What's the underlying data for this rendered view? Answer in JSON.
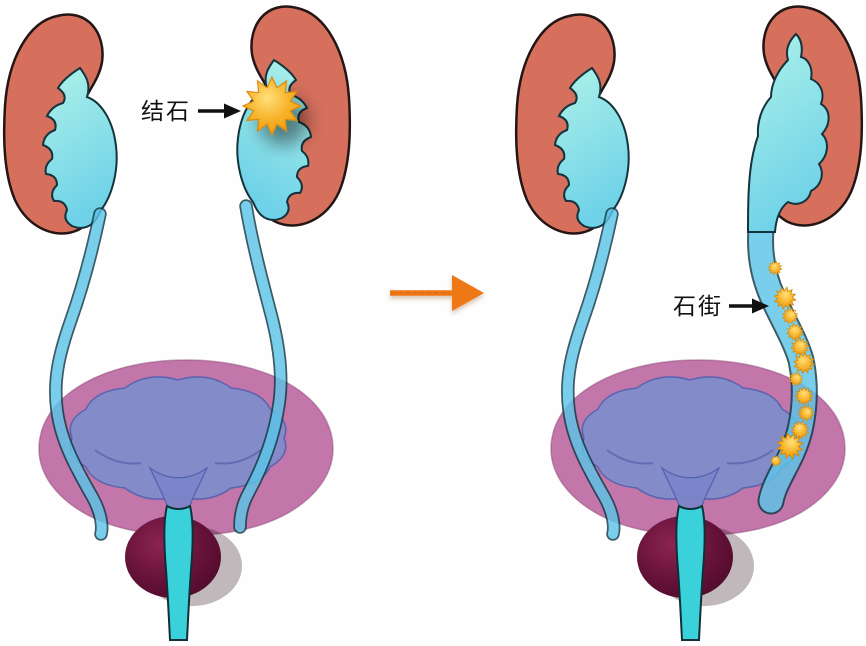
{
  "diagram": {
    "before": {
      "annotation": "结石"
    },
    "after": {
      "annotation": "石街",
      "stone_count": 12
    },
    "colors": {
      "kidney": "#d6705d",
      "renal_pelvis": "#a5f0e8",
      "ureter": "#5cc5e8",
      "bladder_wall": "#bf6fa4",
      "bladder_interior": "#7e8ecb",
      "prostate": "#5d0d35",
      "urethra": "#3bd1da",
      "stone": "#f5a71b",
      "transition_arrow": "#ee7714",
      "annotation_text": "#111111"
    }
  }
}
